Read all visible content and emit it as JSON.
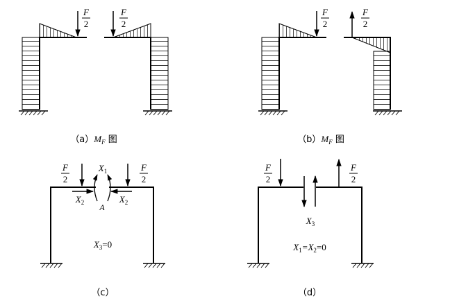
{
  "load": {
    "num": "F",
    "den": "2"
  },
  "unknowns": {
    "x1": "X",
    "x1_sub": "1",
    "x2": "X",
    "x2_sub": "2",
    "x3": "X",
    "x3_sub": "3",
    "point_a": "A"
  },
  "conditions": {
    "c_pre": "X",
    "c_sub": "3",
    "c_post": "=0",
    "d_a": "X",
    "d_a_sub": "1",
    "d_eq": "=X",
    "d_b_sub": "2",
    "d_post": "=0"
  },
  "captions": {
    "a_prefix": "（a）",
    "a_var": "M",
    "a_sub": "F",
    "a_suffix": " 图",
    "b_prefix": "（b）",
    "b_var": "M",
    "b_sub": "F",
    "b_suffix": " 图",
    "c": "（c）",
    "d": "（d）"
  },
  "colors": {
    "ink": "#000000",
    "background": "#ffffff"
  }
}
